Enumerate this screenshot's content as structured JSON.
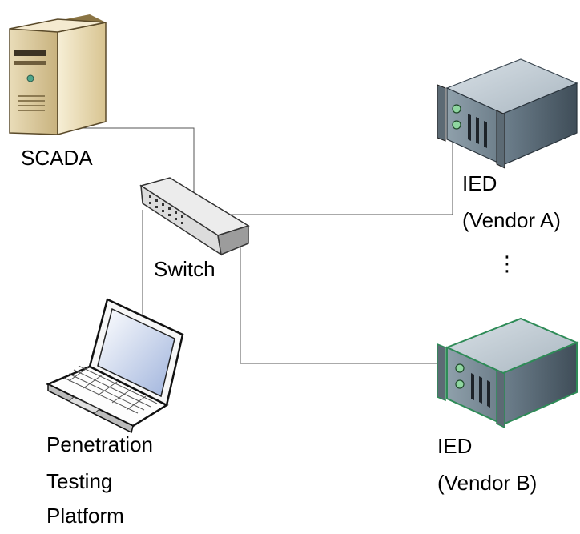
{
  "nodes": {
    "scada": {
      "label": "SCADA",
      "icon": "server-tower-icon"
    },
    "switch": {
      "label": "Switch",
      "icon": "network-switch-icon"
    },
    "ied_a": {
      "label_line1": "IED",
      "label_line2": "(Vendor A)",
      "icon": "rack-server-icon"
    },
    "ied_b": {
      "label_line1": "IED",
      "label_line2": "(Vendor B)",
      "icon": "rack-server-icon",
      "highlight_color": "#2e8b57"
    },
    "pentest": {
      "label_line1": "Penetration",
      "label_line2": "Testing",
      "label_line3": "Platform",
      "icon": "laptop-icon"
    }
  },
  "ellipsis": "⋮",
  "connections": [
    {
      "from": "scada",
      "to": "switch"
    },
    {
      "from": "switch",
      "to": "ied_a"
    },
    {
      "from": "switch",
      "to": "ied_b"
    },
    {
      "from": "pentest",
      "to": "switch"
    }
  ]
}
